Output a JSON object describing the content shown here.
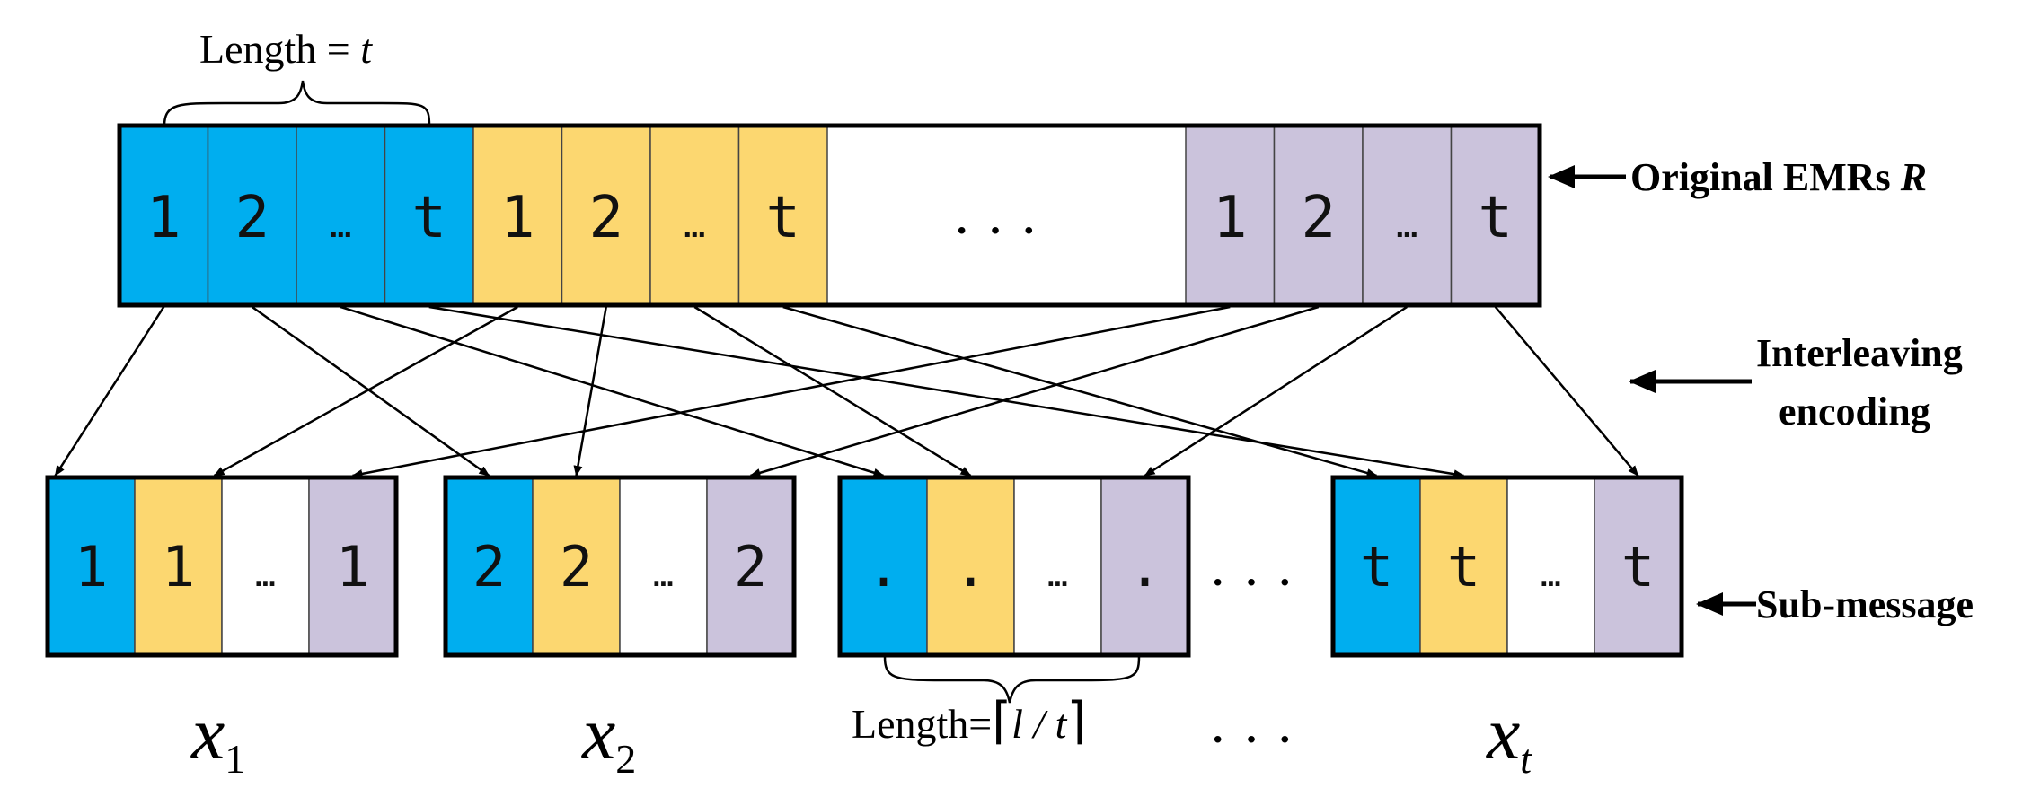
{
  "colors": {
    "blue": "#00AEEF",
    "yellow": "#FCD770",
    "white": "#FFFFFF",
    "purple": "#CBC3DC",
    "stroke": "#000000"
  },
  "labels": {
    "top_length_prefix": "Length",
    "top_length_eq": "=",
    "top_length_var": "t",
    "original": "Original EMRs ",
    "original_var": "R",
    "interleaving_1": "Interleaving",
    "interleaving_2": "encoding",
    "submessage": "Sub-message",
    "bottom_length_prefix": "Length",
    "bottom_length_eq": "=",
    "bottom_length_ceil_left": "⌈",
    "bottom_length_expr": "l / t",
    "bottom_length_ceil_right": "⌉",
    "middle_ellipsis": "· · ·",
    "between_ellipsis": "· · ·",
    "bottom_ellipsis": "· · ·"
  },
  "original_row": {
    "groups": [
      {
        "color": "blue",
        "cells": [
          "1",
          "2",
          "…",
          "t"
        ]
      },
      {
        "color": "yellow",
        "cells": [
          "1",
          "2",
          "…",
          "t"
        ]
      },
      {
        "color": "purple",
        "cells": [
          "1",
          "2",
          "…",
          "t"
        ]
      }
    ]
  },
  "sub_messages": [
    {
      "name": "x",
      "sub": "1",
      "cells": [
        "1",
        "1",
        "…",
        "1"
      ]
    },
    {
      "name": "x",
      "sub": "2",
      "cells": [
        "2",
        "2",
        "…",
        "2"
      ]
    },
    {
      "name": "",
      "sub": "",
      "cells": [
        ".",
        ".",
        "…",
        "."
      ]
    },
    {
      "name": "x",
      "sub": "t",
      "cells": [
        "t",
        "t",
        "…",
        "t"
      ]
    }
  ]
}
